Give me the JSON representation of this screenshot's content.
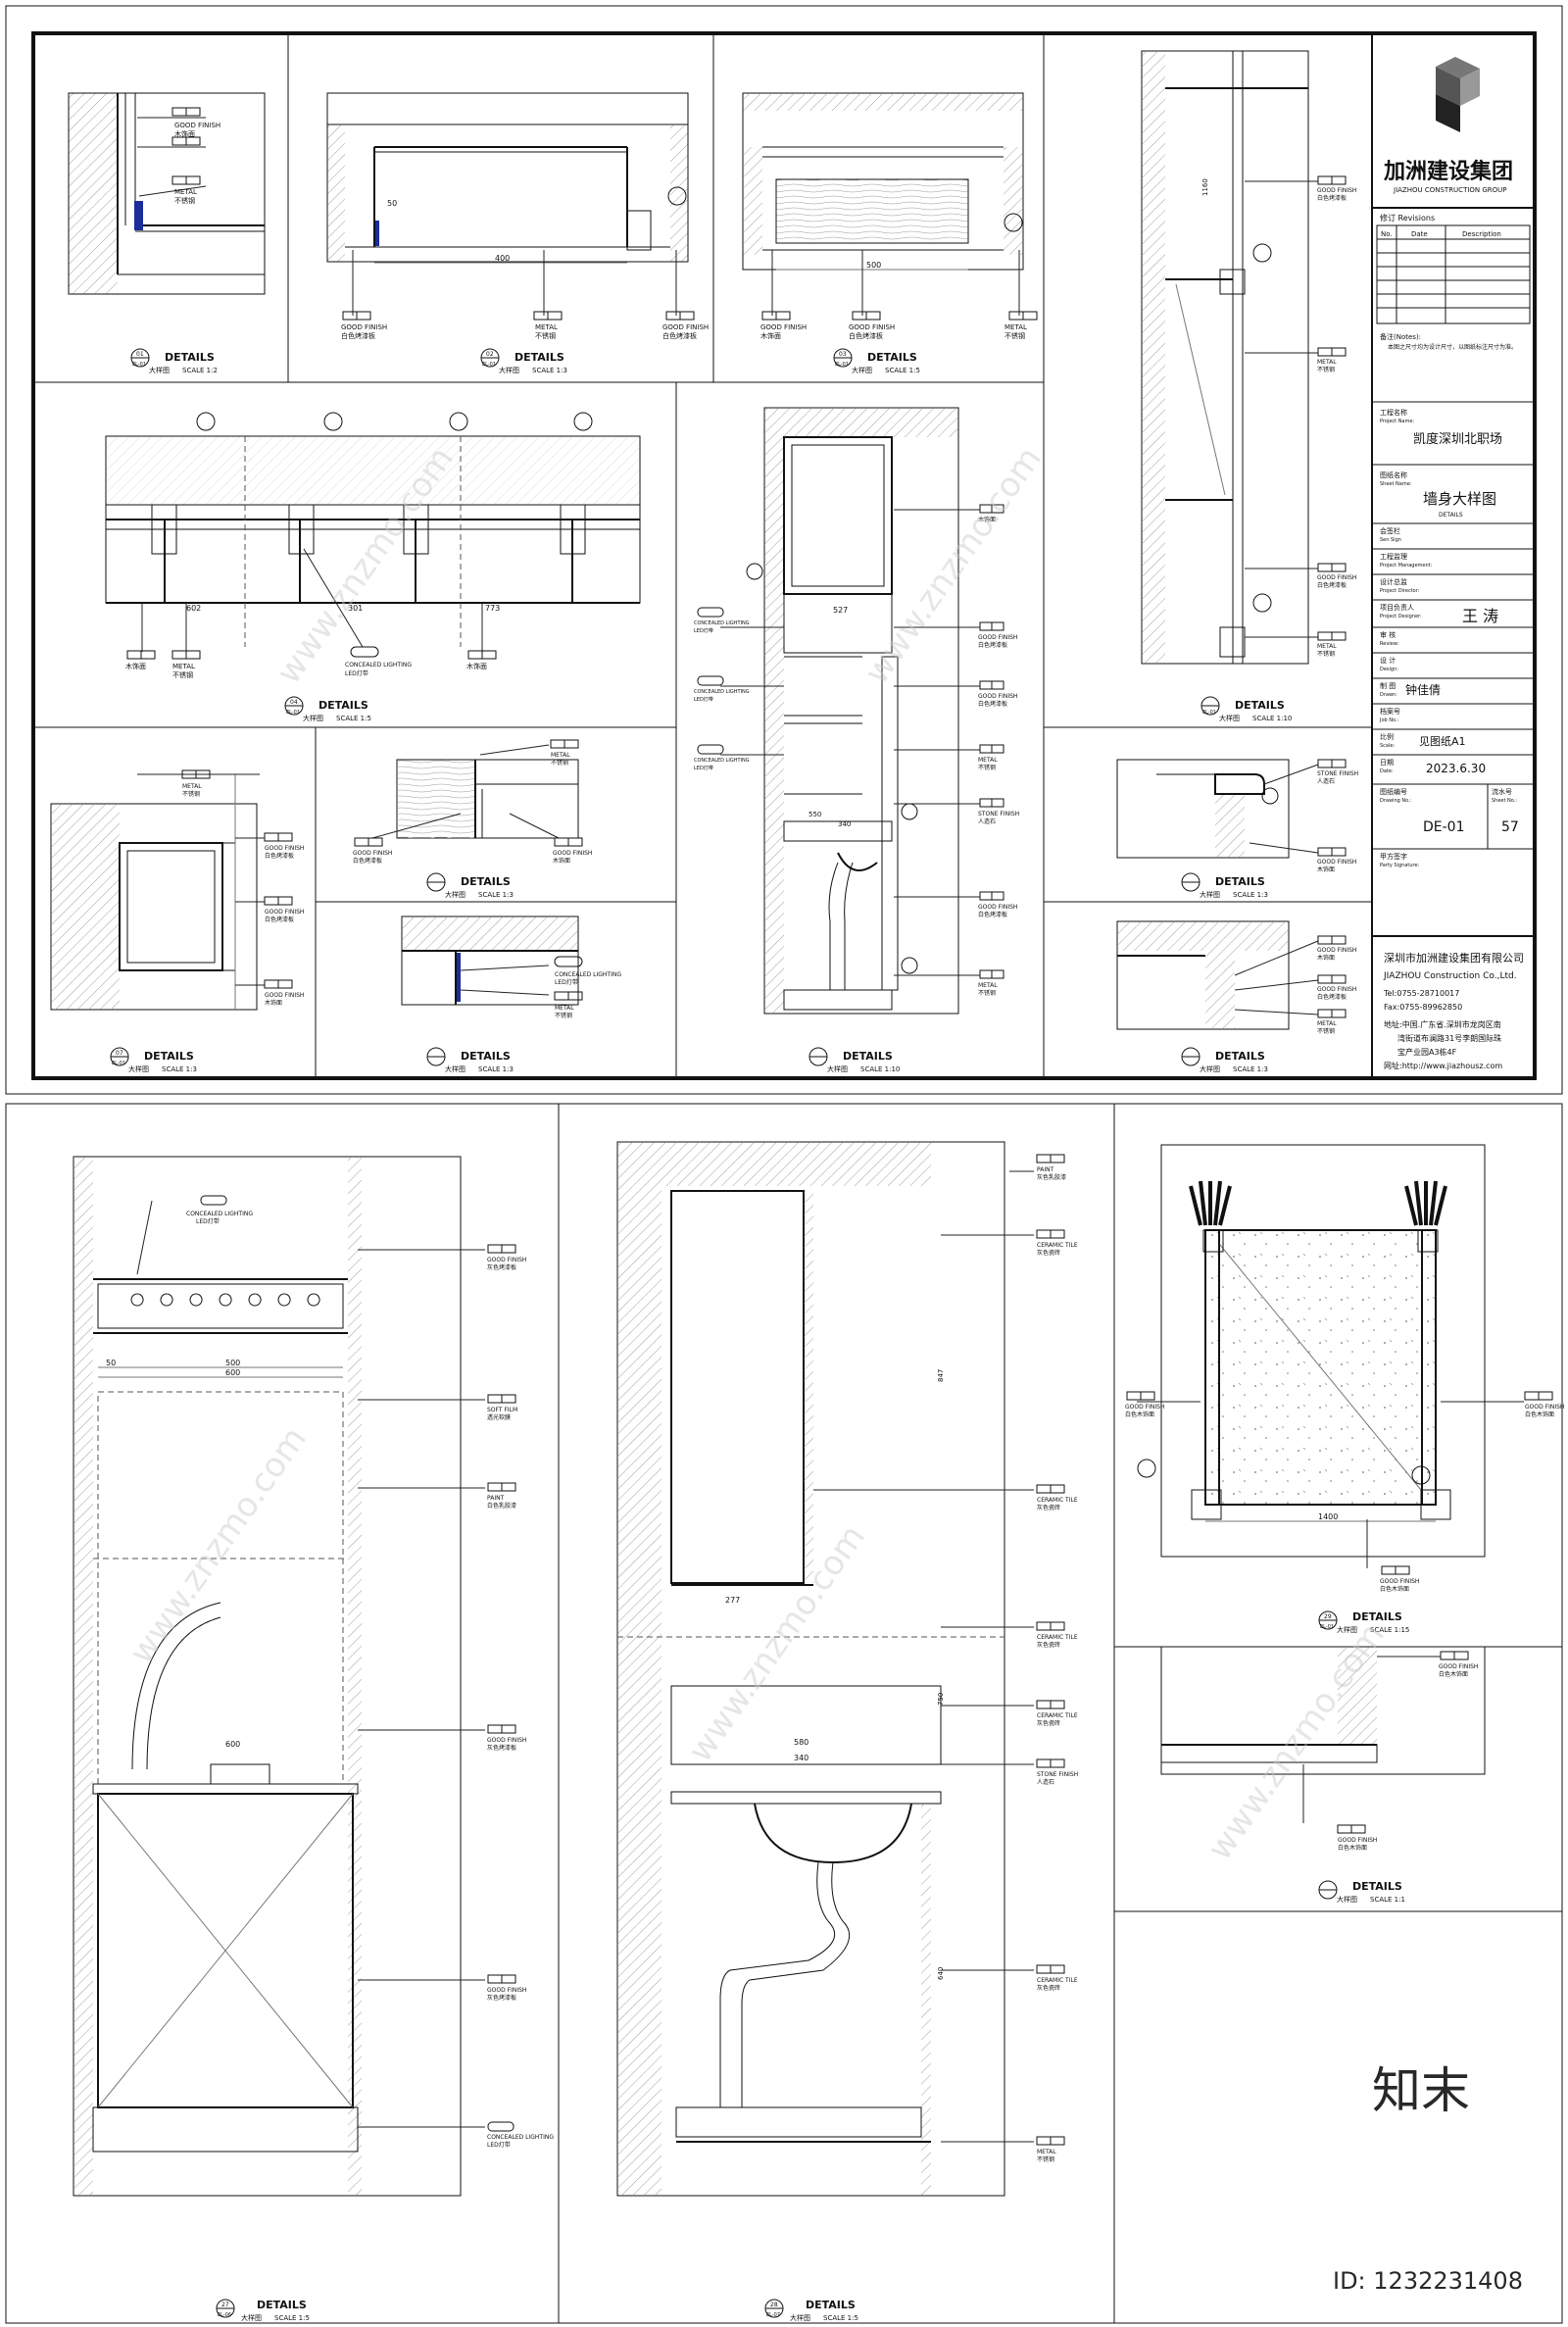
{
  "title_block": {
    "company_cn": "加洲建设集团",
    "company_en": "JIAZHOU CONSTRUCTION GROUP",
    "revisions_title": "修订 Revisions",
    "rev_col_no": "No.",
    "rev_col_date": "Date",
    "rev_col_desc": "Description",
    "notes_title": "备注(Notes):",
    "notes_text": "本图之尺寸均为设计尺寸，以图纸标注尺寸为准。",
    "project_label": "工程名称",
    "project_label_en": "Project Name:",
    "project_name": "凯度深圳北职场",
    "sheet_label": "图纸名称",
    "sheet_label_en": "Sheet Name:",
    "sheet_name": "墙身大样图",
    "sheet_name_en": "DETAILS",
    "row_label_1": "会签栏",
    "row_label_1_en": "Sen Sign",
    "row_label_2": "工程监理",
    "row_label_2_en": "Project Management:",
    "row_label_3": "设计总监",
    "row_label_3_en": "Project Director:",
    "designer_label": "项目负责人",
    "designer_label_en": "Project Designer:",
    "designer_sig": "王 涛",
    "review_label": "审 核",
    "review_label_en": "Review:",
    "design_label": "设 计",
    "design_label_en": "Design:",
    "draw_label": "制 图",
    "draw_label_en": "Drawn:",
    "drawer_sig": "钟佳倩",
    "check_label": "档案号",
    "check_label_en": "Job No.:",
    "scale_label": "比例",
    "scale_label_en": "Scale:",
    "scale_value": "见图纸A1",
    "date_label": "日期",
    "date_label_en": "Date:",
    "date_value": "2023.6.30",
    "drawing_no_label": "图纸编号",
    "drawing_no_label_en": "Drawing No.:",
    "sheet_no_label": "流水号",
    "sheet_no_label_en": "Sheet No.:",
    "drawing_no": "DE-01",
    "sheet_no": "57",
    "party_label": "甲方签字",
    "party_label_en": "Party Signature:",
    "firm_cn": "深圳市加洲建设集团有限公司",
    "firm_en": "JIAZHOU Construction Co.,Ltd.",
    "tel": "Tel:0755-28710017",
    "fax": "Fax:0755-89962850",
    "address_1": "地址:中国.广东省.深圳市龙岗区南",
    "address_2": "湾街道布澜路31号李朗国际珠",
    "address_3": "宝产业园A3栋4F",
    "web": "网址:http://www.jiazhousz.com"
  },
  "detail_titles": {
    "title": "DETAILS",
    "tag_a": "大样图",
    "scale_1_2": "SCALE 1:2",
    "scale_1_3": "SCALE 1:3",
    "scale_1_5": "SCALE 1:5",
    "scale_1_10": "SCALE 1:10",
    "scale_1_15": "SCALE 1:15",
    "scale_1_1": "SCALE 1:1",
    "ref_01": "EL-01",
    "ref_06": "EL-06",
    "ref_07": "EL-07",
    "num_01": "01",
    "num_02": "02",
    "num_03": "03",
    "num_04": "04",
    "num_07": "07",
    "num_27": "27",
    "num_28": "28",
    "num_29": "29"
  },
  "labels": {
    "good_finish": "GOOD FINISH",
    "metal": "METAL",
    "stone_finish": "STONE FINISH",
    "ceramic_tile": "CERAMIC TILE",
    "paint": "PAINT",
    "soft_film": "SOFT FILM",
    "concealed_lighting": "CONCEALED LIGHTING",
    "wood_white": "白色烤漆板",
    "wood_grey": "灰色烤漆板",
    "stainless": "不锈钢",
    "wood_panel": "木饰面",
    "white_wood": "白色木饰面",
    "led": "LED灯带",
    "stone_art": "人造石",
    "grey_tile": "灰色瓷砖",
    "white_paint": "白色乳胶漆",
    "film": "透光软膜",
    "grey_paint": "灰色乳胶漆",
    "ref_text": "参",
    "code_wd": "WD",
    "code_mt": "MT",
    "code_st": "ST",
    "code_ct": "CT",
    "code_pt": "PT",
    "code_sf": "SF",
    "code_lt": "LT"
  },
  "dimensions": {
    "d400": "400",
    "d500": "500",
    "d600": "600",
    "d50": "50",
    "d527": "527",
    "d301": "301",
    "d773": "773",
    "d602": "602",
    "d340": "340",
    "d550": "550",
    "d580": "580",
    "d277": "277",
    "d1400": "1400",
    "d1160": "1160",
    "d847": "847",
    "d750": "750",
    "d640": "640"
  },
  "watermark": {
    "brand": "知末",
    "site": "www.znzmo.com",
    "id": "ID: 1232231408"
  }
}
